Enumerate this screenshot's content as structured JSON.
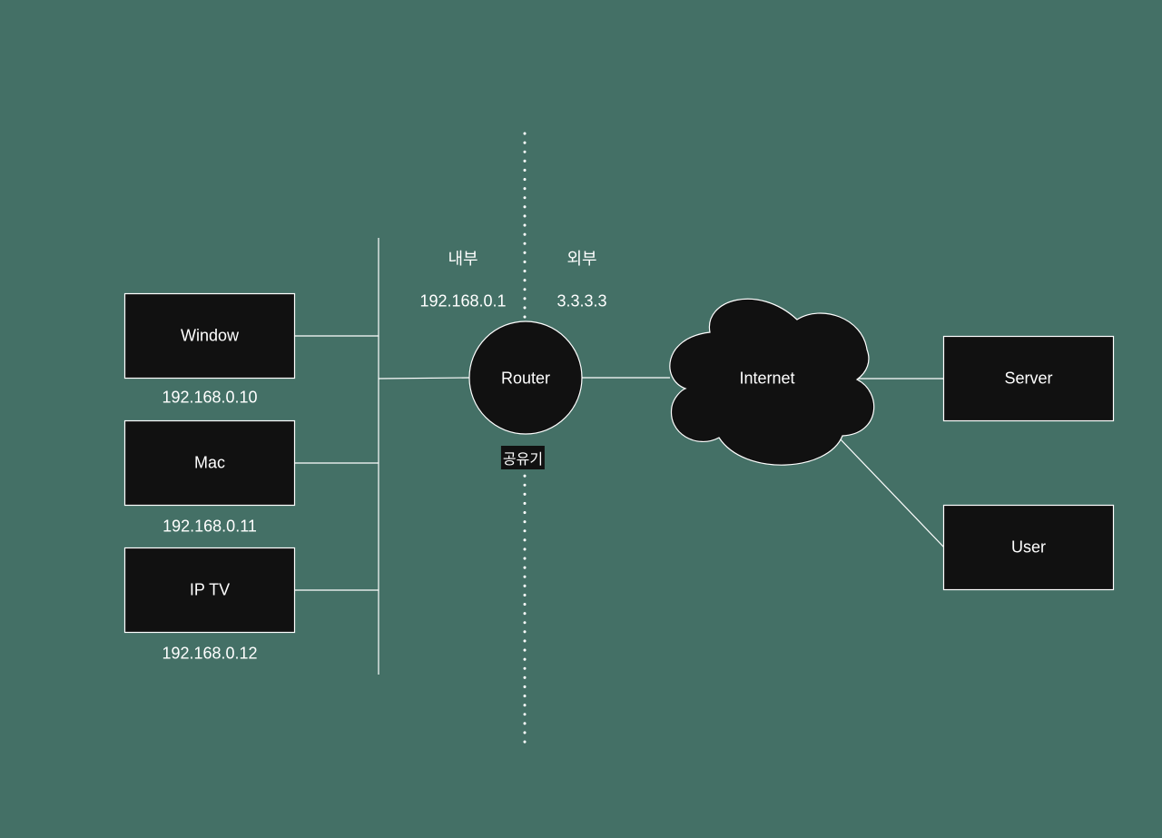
{
  "zones": {
    "internal_label": "내부",
    "external_label": "외부",
    "internal_ip": "192.168.0.1",
    "external_ip": "3.3.3.3"
  },
  "devices": [
    {
      "name": "Window",
      "ip": "192.168.0.10"
    },
    {
      "name": "Mac",
      "ip": "192.168.0.11"
    },
    {
      "name": "IP TV",
      "ip": "192.168.0.12"
    }
  ],
  "router": {
    "label": "Router",
    "caption": "공유기"
  },
  "internet": {
    "label": "Internet"
  },
  "remotes": [
    {
      "name": "Server"
    },
    {
      "name": "User"
    }
  ],
  "colors": {
    "background": "#447066",
    "node_fill": "#111111",
    "stroke": "#ffffff"
  }
}
